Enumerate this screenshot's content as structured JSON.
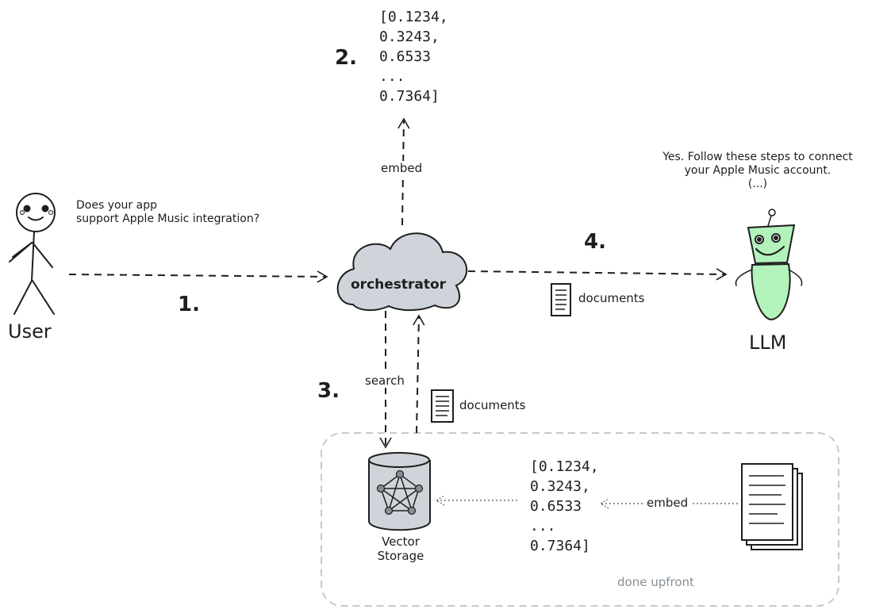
{
  "user": {
    "label": "User",
    "question": "Does your app\nsupport Apple Music integration?"
  },
  "orchestrator": {
    "label": "orchestrator"
  },
  "llm": {
    "label": "LLM",
    "answer": "Yes. Follow these steps to connect\nyour Apple Music account.\n(...)"
  },
  "steps": {
    "s1": "1.",
    "s2": "2.",
    "s3": "3.",
    "s4": "4."
  },
  "top_vector": "[0.1234,\n0.3243,\n0.6533\n...\n0.7364]",
  "labels": {
    "embed_top": "embed",
    "search": "search",
    "documents_llm": "documents",
    "documents_up": "documents",
    "embed_bottom": "embed"
  },
  "vector_storage": {
    "label": "Vector\nStorage"
  },
  "bottom_vector": "[0.1234,\n0.3243,\n0.6533\n...\n0.7364]",
  "upfront": {
    "label": "done upfront"
  },
  "colors": {
    "ink": "#1e1e1e",
    "cloud": "#ced4da",
    "llm_body": "#b2f2bb",
    "dashed_box": "#c8c8c8",
    "muted": "#868e96"
  }
}
